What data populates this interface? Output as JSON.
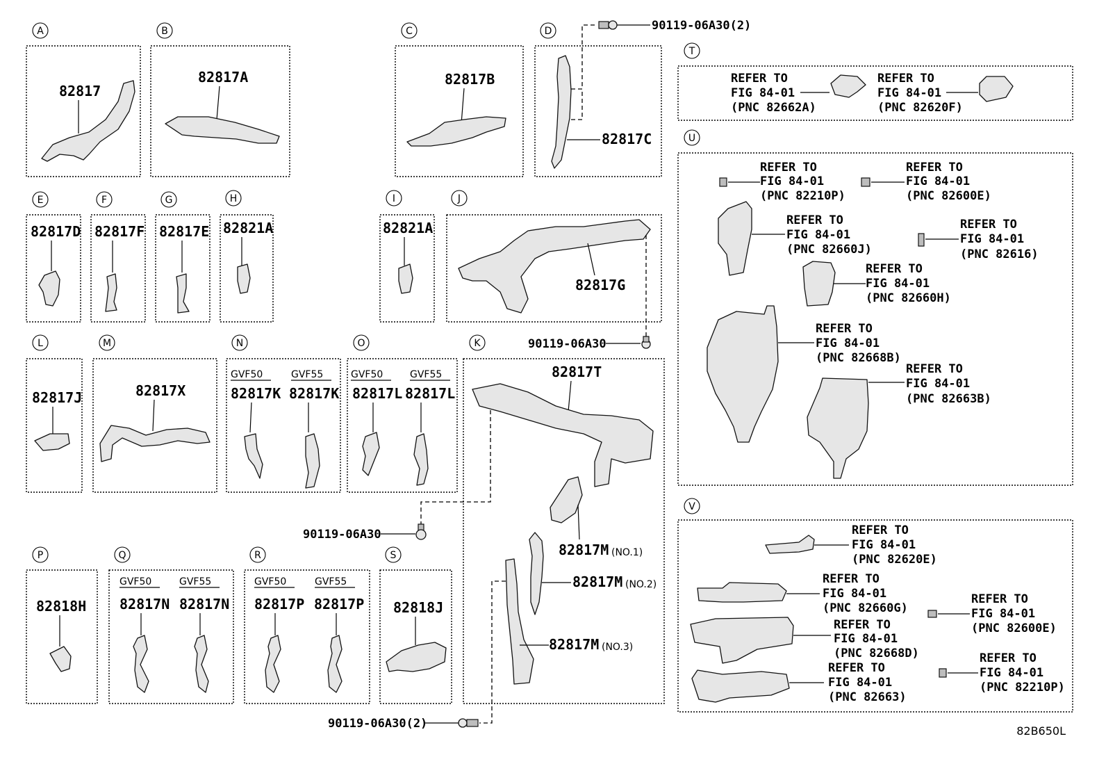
{
  "diagram_id": "82B650L",
  "sections": [
    {
      "letter": "A",
      "parts": [
        "82817"
      ]
    },
    {
      "letter": "B",
      "parts": [
        "82817A"
      ]
    },
    {
      "letter": "C",
      "parts": [
        "82817B"
      ]
    },
    {
      "letter": "D",
      "parts": [
        "82817C"
      ]
    },
    {
      "letter": "E",
      "parts": [
        "82817D"
      ]
    },
    {
      "letter": "F",
      "parts": [
        "82817F"
      ]
    },
    {
      "letter": "G",
      "parts": [
        "82817E"
      ]
    },
    {
      "letter": "H",
      "parts": [
        "82821A"
      ]
    },
    {
      "letter": "I",
      "parts": [
        "82821A"
      ]
    },
    {
      "letter": "J",
      "parts": [
        "82817G"
      ]
    },
    {
      "letter": "K",
      "parts": [
        "82817T",
        "82817M",
        "82817M",
        "82817M"
      ],
      "notes": [
        "(NO.1)",
        "(NO.2)",
        "(NO.3)"
      ]
    },
    {
      "letter": "L",
      "parts": [
        "82817J"
      ]
    },
    {
      "letter": "M",
      "parts": [
        "82817X"
      ]
    },
    {
      "letter": "N",
      "variants": [
        "GVF50",
        "GVF55"
      ],
      "parts": [
        "82817K",
        "82817K"
      ]
    },
    {
      "letter": "O",
      "variants": [
        "GVF50",
        "GVF55"
      ],
      "parts": [
        "82817L",
        "82817L"
      ]
    },
    {
      "letter": "P",
      "parts": [
        "82818H"
      ]
    },
    {
      "letter": "Q",
      "variants": [
        "GVF50",
        "GVF55"
      ],
      "parts": [
        "82817N",
        "82817N"
      ]
    },
    {
      "letter": "R",
      "variants": [
        "GVF50",
        "GVF55"
      ],
      "parts": [
        "82817P",
        "82817P"
      ]
    },
    {
      "letter": "S",
      "parts": [
        "82818J"
      ]
    },
    {
      "letter": "T"
    },
    {
      "letter": "U"
    },
    {
      "letter": "V"
    }
  ],
  "fasteners": [
    {
      "label": "90119-06A30(2)"
    },
    {
      "label": "90119-06A30"
    },
    {
      "label": "90119-06A30"
    },
    {
      "label": "90119-06A30(2)"
    }
  ],
  "refer_to": "REFER TO",
  "fig": "FIG 84-01",
  "refs": {
    "T": [
      "(PNC 82662A)",
      "(PNC 82620F)"
    ],
    "U": [
      "(PNC 82210P)",
      "(PNC 82600E)",
      "(PNC 82660J)",
      "(PNC 82616)",
      "(PNC 82660H)",
      "(PNC 82668B)",
      "(PNC 82663B)"
    ],
    "V": [
      "(PNC 82620E)",
      "(PNC 82660G)",
      "(PNC 82600E)",
      "(PNC 82668D)",
      "(PNC 82663)",
      "(PNC 82210P)"
    ]
  }
}
